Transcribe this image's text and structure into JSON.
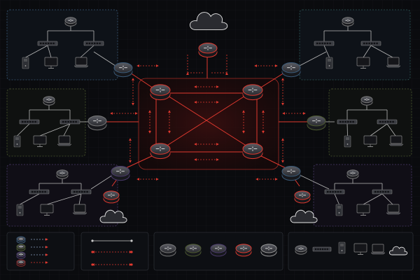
{
  "palette": {
    "background": "#0a0b0e",
    "core_red": "#e0392f",
    "blue_panel": "#3a5a78",
    "green_panel": "#4d5a30",
    "purple_panel": "#4a3a6a",
    "teal_panel": "#2f5a5a",
    "link_gray": "#b8b8b8",
    "device_dark": "#2a2b30"
  },
  "icons": {
    "router": "router-icon",
    "switch": "switch-icon",
    "server": "server-tower-icon",
    "monitor": "monitor-icon",
    "laptop": "laptop-icon",
    "cloud": "cloud-icon"
  },
  "diagram": {
    "core_routers": 4,
    "edge_routers": 6,
    "cloud_count": 3,
    "legend_router_colors": [
      "#3a5a78",
      "#4d5a30",
      "#4a3a6a",
      "#8a2a2a"
    ]
  }
}
